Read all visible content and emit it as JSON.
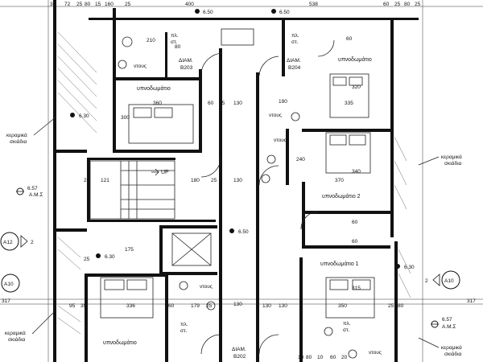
{
  "rooms": {
    "bedroom_top_left": "υπνοδωμάτιο",
    "bedroom_top_right": "υπνοδωμάτιο",
    "bedroom_mid_right": "υπνοδωμάτιο 2",
    "bedroom_lower_right": "υπνοδωμάτιο 1",
    "bedroom_bottom_left": "υπνοδωμάτιο"
  },
  "wc": {
    "top_left": "ντους",
    "right_upper": "ντους",
    "right_mid": "ντους",
    "bottom_mid": "ντους",
    "bottom_right": "ντους"
  },
  "closets": {
    "top_left": [
      "πλ.",
      "στ."
    ],
    "top_right": [
      "πλ.",
      "στ."
    ],
    "bottom_mid": [
      "πλ.",
      "στ."
    ],
    "bottom_right": [
      "πλ.",
      "στ."
    ]
  },
  "apartments": {
    "b203": [
      "ΔΙΑΜ.",
      "Β203"
    ],
    "b204": [
      "ΔΙΑΜ.",
      "Β204"
    ],
    "b202": [
      "ΔΙΑΜ.",
      "Β202"
    ]
  },
  "stair_label": "UP",
  "elevations": {
    "top_center_left": "6.50",
    "top_center_right": "6.50",
    "mid_center": "6.50",
    "left_upper": "6.30",
    "left_lower": "6.30",
    "right_lower": "6.30"
  },
  "ams": {
    "left": {
      "value": "6.57",
      "sub": "Α.Μ.Σ"
    },
    "right": {
      "value": "6.57",
      "sub": "Α.Μ.Σ"
    }
  },
  "tiles": {
    "left_upper": [
      "κεραμικά",
      "σκιάδια"
    ],
    "left_lower": [
      "κεραμικά",
      "σκιάδια"
    ],
    "right_upper": [
      "κεραμικά",
      "σκιάδια"
    ],
    "right_lower": [
      "κεραμικά",
      "σκιάδια"
    ]
  },
  "section_markers": {
    "a12_left": {
      "label": "Α12",
      "num": "2"
    },
    "a10_left": {
      "label": "Α10"
    },
    "a10_right": {
      "label": "Α10",
      "num": "2"
    }
  },
  "top_dims": [
    "30",
    "72",
    "25",
    "80",
    "15",
    "160",
    "25",
    "400",
    "538",
    "60",
    "25",
    "80",
    "25"
  ],
  "dims": {
    "d210": "210",
    "d80a": "80",
    "d360": "360",
    "d300": "300",
    "d60a": "60",
    "d25a": "25",
    "d130a": "130",
    "d130b": "130",
    "d190": "190",
    "d335": "335",
    "d320": "320",
    "d60b": "60",
    "d121": "121",
    "d25b": "25",
    "d180": "180",
    "d25c": "25",
    "d130c": "130",
    "d370": "370",
    "d240": "240",
    "d340": "340",
    "d175": "175",
    "d25d": "25",
    "d60c": "60",
    "d60d": "60",
    "d315": "315",
    "d336": "336",
    "d179": "179",
    "d25e": "25",
    "d350": "350",
    "d95": "95",
    "d35": "35",
    "d60e": "60",
    "d130d": "130",
    "d130e": "130",
    "d25f": "25",
    "d80b": "80",
    "d10a": "10",
    "d80c": "80",
    "d10b": "10",
    "d60f": "60",
    "d20": "20",
    "d317a": "317",
    "d317b": "317"
  }
}
